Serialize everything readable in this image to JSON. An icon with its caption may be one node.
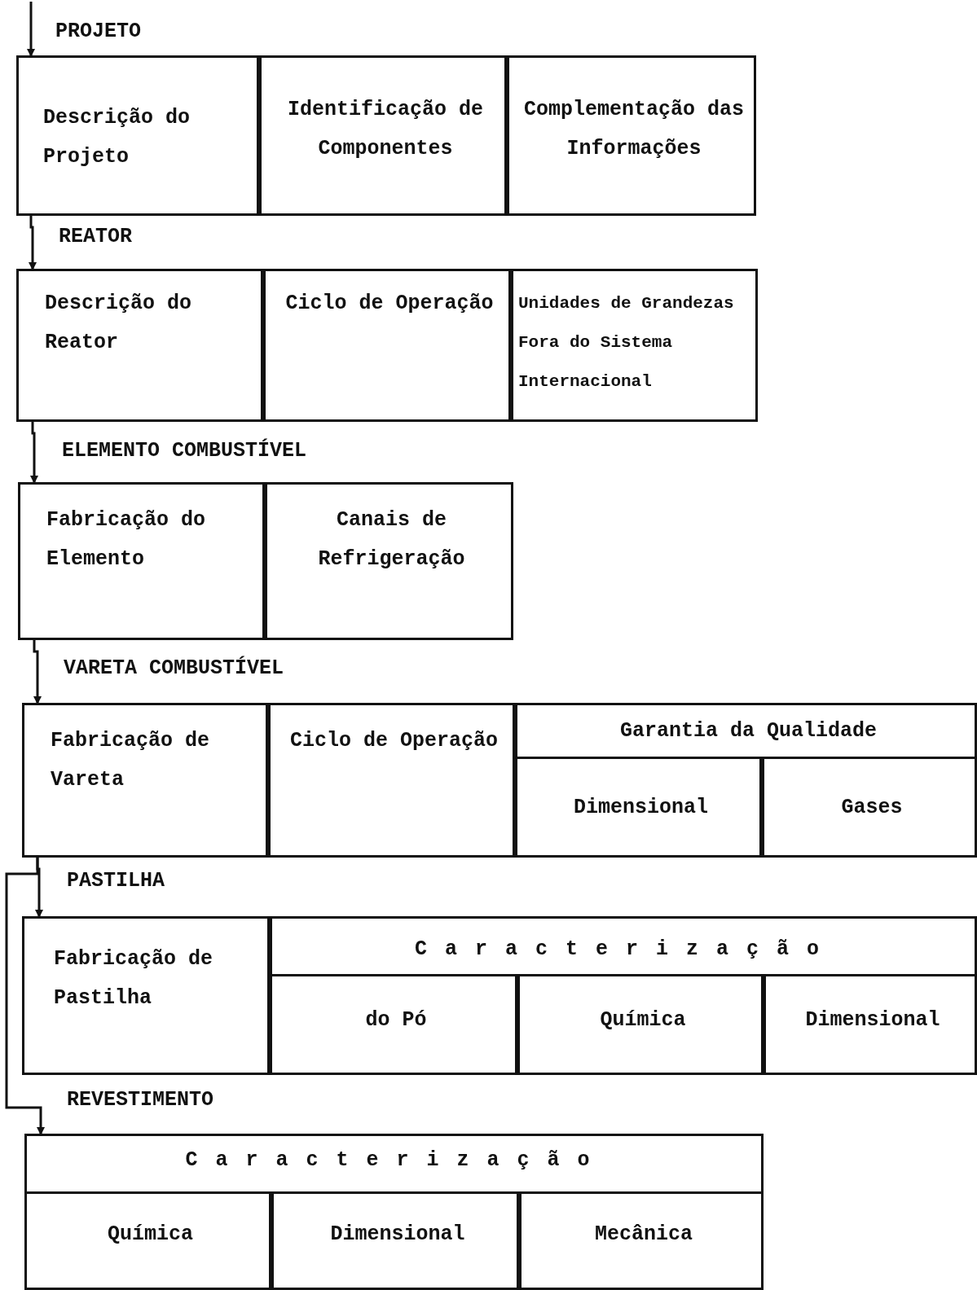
{
  "diagram": {
    "nodes": [
      {
        "text": [
          "PROJETO"
        ]
      },
      {
        "text": [
          "Descrição do Projeto"
        ],
        "in": 0
      },
      {
        "text": [
          "Identificação de Componentes"
        ],
        "in": 0
      },
      {
        "text": [
          "Complementação das Informações"
        ],
        "in": 0
      },
      {
        "text": [
          "REATOR"
        ]
      },
      {
        "text": [
          "Descrição do Reator"
        ],
        "in": 4
      },
      {
        "text": [
          "Ciclo de Operação"
        ],
        "in": 4
      },
      {
        "text": [
          "Unidades de Grandezas Fora do Sistema Internacional"
        ],
        "in": 4
      },
      {
        "text": [
          "ELEMENTO COMBUSTÍVEL"
        ]
      },
      {
        "text": [
          "Fabricação do Elemento"
        ],
        "in": 8
      },
      {
        "text": [
          "Canais de Refrigeração"
        ],
        "in": 8
      },
      {
        "text": [
          "VARETA COMBUSTÍVEL"
        ]
      },
      {
        "text": [
          "Fabricação de Vareta"
        ],
        "in": 11
      },
      {
        "text": [
          "Ciclo de Operação"
        ],
        "in": 11
      },
      {
        "text": [
          "Garantia da Qualidade"
        ],
        "in": 11
      },
      {
        "text": [
          "Dimensional"
        ],
        "in": 14
      },
      {
        "text": [
          "Gases"
        ],
        "in": 14
      },
      {
        "text": [
          "PASTILHA"
        ]
      },
      {
        "text": [
          "Fabricação de Pastilha"
        ],
        "in": 17
      },
      {
        "text": [
          "Caracterização"
        ],
        "in": 17
      },
      {
        "text": [
          "do Pó"
        ],
        "in": 19
      },
      {
        "text": [
          "Química"
        ],
        "in": 19
      },
      {
        "text": [
          "Dimensional"
        ],
        "in": 19
      },
      {
        "text": [
          "REVESTIMENTO"
        ]
      },
      {
        "text": [
          "Caracterização"
        ],
        "in": 23
      },
      {
        "text": [
          "Química"
        ],
        "in": 24
      },
      {
        "text": [
          "Dimensional"
        ],
        "in": 24
      },
      {
        "text": [
          "Mecânica"
        ],
        "in": 24
      }
    ],
    "edges": [
      {
        "from": null,
        "to": 0,
        "arrow": "to"
      },
      {
        "from": 0,
        "to": 4,
        "arrow": "to"
      },
      {
        "from": 4,
        "to": 8,
        "arrow": "to"
      },
      {
        "from": 8,
        "to": 11,
        "arrow": "to"
      },
      {
        "from": 11,
        "to": 17,
        "arrow": "to"
      },
      {
        "from": 11,
        "to": 23,
        "arrow": "to"
      }
    ]
  }
}
